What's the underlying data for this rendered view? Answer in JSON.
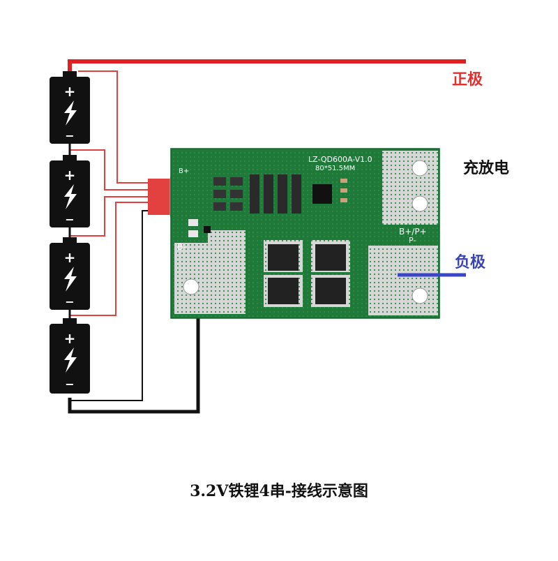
{
  "labels": {
    "positive": "正极",
    "charge_discharge": "充放电",
    "negative": "负极",
    "caption": "3.2V铁锂4串-接线示意图"
  },
  "pcb": {
    "model": "LZ-QD600A-V1.0",
    "size": "80*51.5MM",
    "pad_b_plus": "B+",
    "pad_b_minus": "B-",
    "pad_bp_plus": "B+/P+",
    "pad_p_minus": "P-"
  },
  "battery": {
    "plus_symbol": "+",
    "minus_symbol": "−"
  },
  "colors": {
    "red_wire": "#e02020",
    "black_wire": "#111111",
    "blue_wire": "#3a46c8",
    "pcb_green": "#1f7a3a",
    "battery_body": "#111111"
  }
}
